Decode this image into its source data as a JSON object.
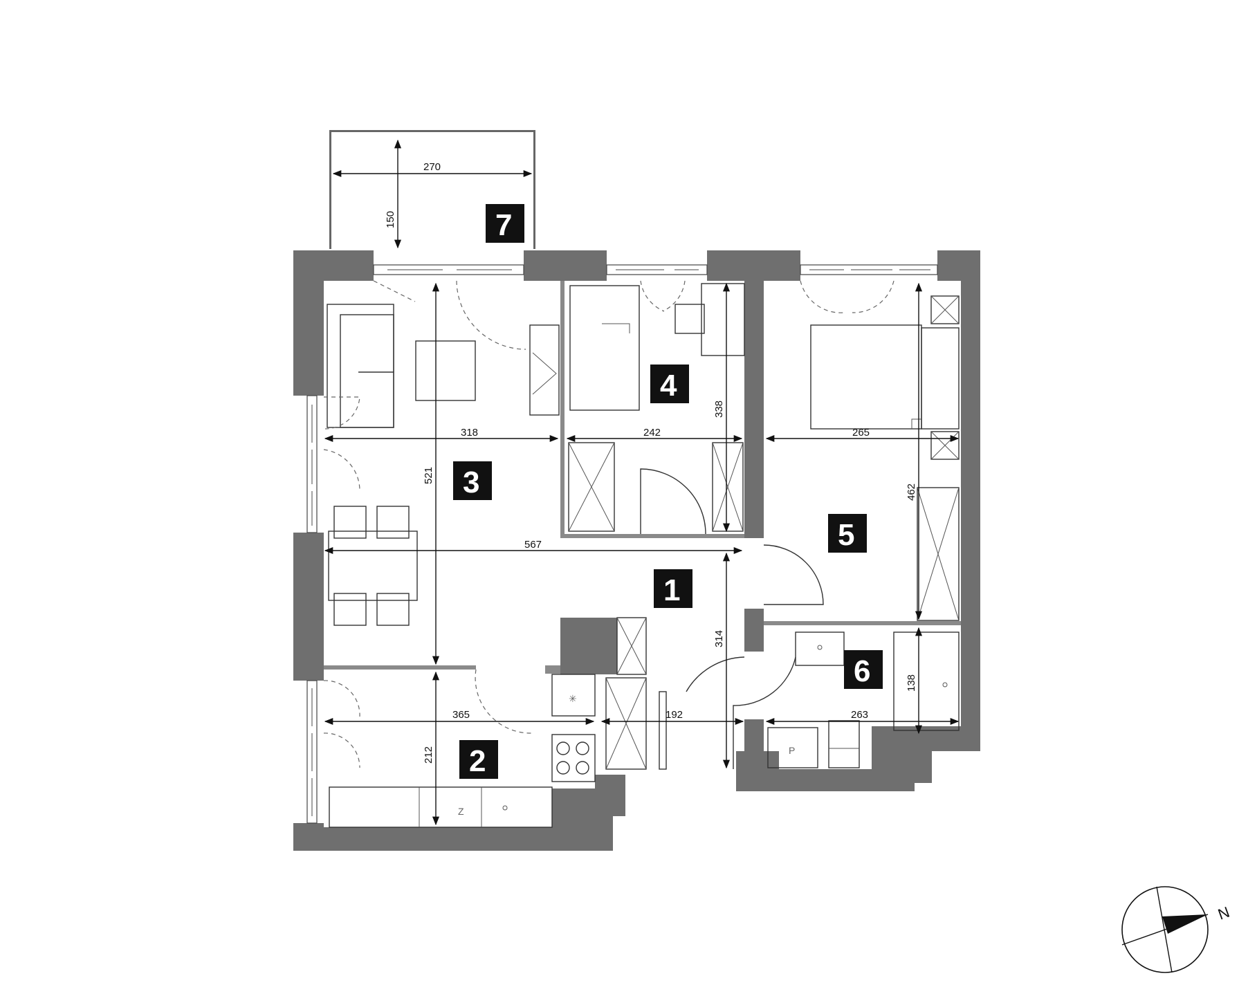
{
  "rooms": [
    {
      "number": "1"
    },
    {
      "number": "2"
    },
    {
      "number": "3"
    },
    {
      "number": "4"
    },
    {
      "number": "5"
    },
    {
      "number": "6"
    },
    {
      "number": "7"
    }
  ],
  "dimensions": {
    "balcony_width": "270",
    "balcony_depth": "150",
    "room3_width": "318",
    "room3_depth": "521",
    "room4_width": "242",
    "room4_depth": "338",
    "room5_width": "265",
    "room5_depth": "462",
    "hall_width": "567",
    "hall_depth": "314",
    "room2_width": "365",
    "room2_depth": "212",
    "corridor_width": "192",
    "room6_width": "263",
    "room6_depth": "138"
  },
  "symbols": {
    "fridge": "Z",
    "washer": "P"
  },
  "compass": {
    "north_label": "N"
  },
  "colors": {
    "wall": "#6f6f6f",
    "partition": "#8a8a8a",
    "room_badge": "#111111"
  }
}
